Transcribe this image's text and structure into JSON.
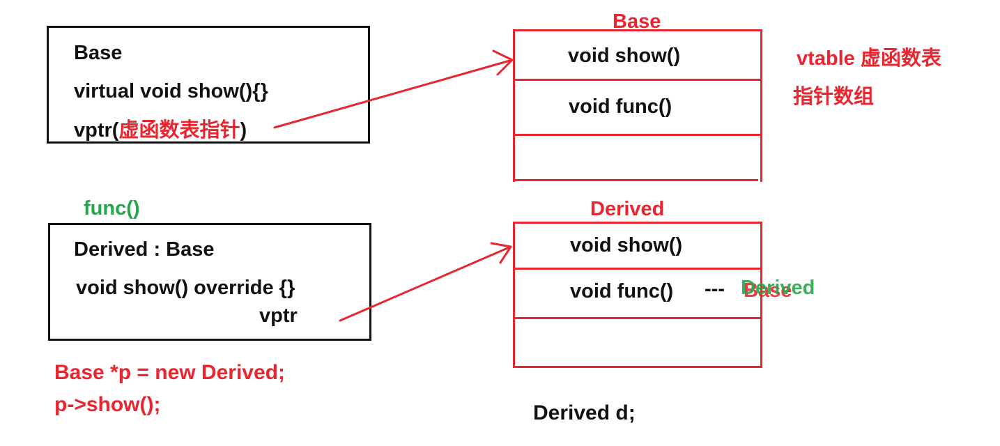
{
  "base_class": {
    "title": "Base",
    "method": "virtual void show(){}",
    "vptr_prefix": "vptr(",
    "vptr_red": "虚函数表指针",
    "vptr_suffix": ")"
  },
  "derived_class": {
    "annotation": "func()",
    "title": "Derived : Base",
    "method": "void show() override {}",
    "vptr": "vptr"
  },
  "base_vtable": {
    "title": "Base",
    "entries": [
      "void show()",
      "void func()",
      ""
    ]
  },
  "derived_vtable": {
    "title": "Derived",
    "entries": [
      "void show()",
      "void func()",
      ""
    ],
    "func_suffix": "---",
    "func_owner_old": "Base",
    "func_owner_new": "Derived"
  },
  "vtable_note": {
    "line1": "vtable 虚函数表",
    "line2": "指针数组"
  },
  "code": {
    "line1": "Base *p = new Derived;",
    "line2": "p->show();"
  },
  "bottom_label": "Derived d;",
  "colors": {
    "black": "#111111",
    "red": "#e8262f",
    "green": "#22a84a"
  }
}
